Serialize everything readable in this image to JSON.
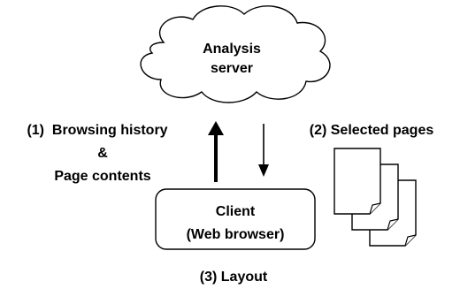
{
  "server": {
    "line1": "Analysis",
    "line2": "server"
  },
  "client": {
    "line1": "Client",
    "line2": "(Web browser)"
  },
  "labels": {
    "step1_line1": "(1)  Browsing history",
    "step1_line2": "&",
    "step1_line3": "Page contents",
    "step2": "(2) Selected pages",
    "step3": "(3) Layout"
  },
  "colors": {
    "stroke": "#000000",
    "fill": "#ffffff",
    "text": "#000000"
  },
  "icons": {
    "server": "cloud-icon",
    "pages": "document-stack-icon",
    "upload": "arrow-up-icon",
    "download": "arrow-down-icon"
  }
}
